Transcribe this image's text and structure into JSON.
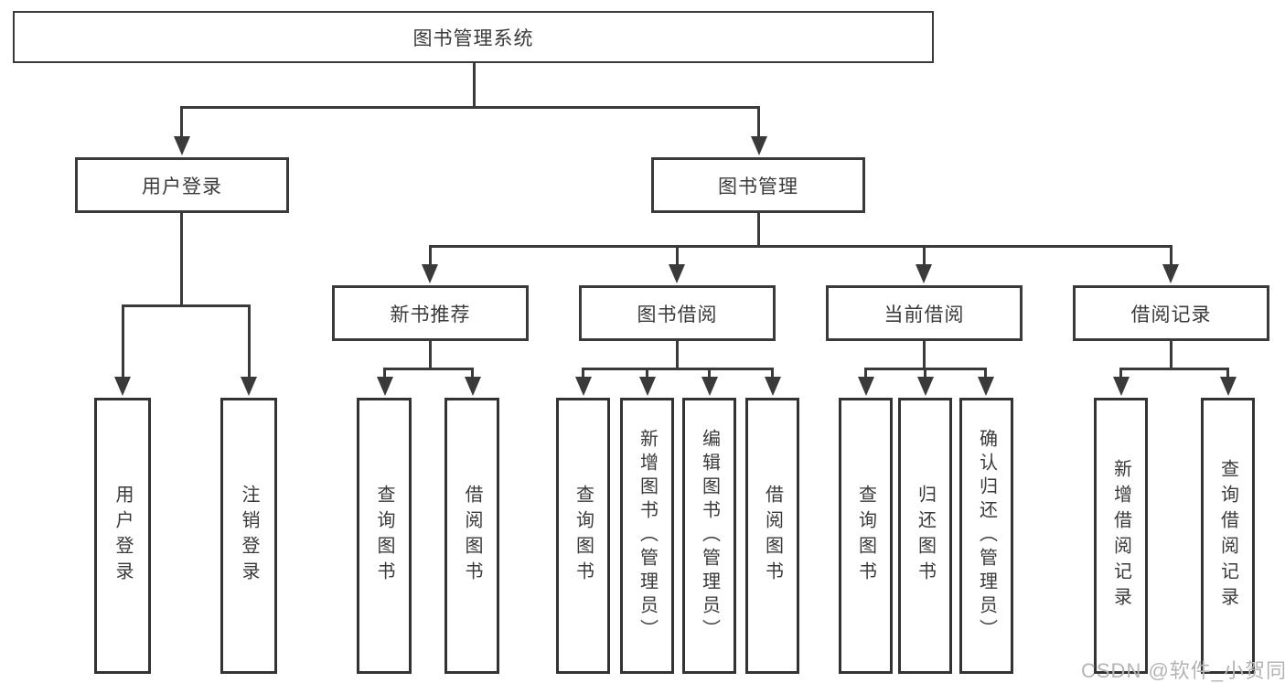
{
  "diagram_title": "图书管理系统",
  "nodes": {
    "root": "图书管理系统",
    "user_login": "用户登录",
    "book_management": "图书管理",
    "new_book_recommend": "新书推荐",
    "book_borrow": "图书借阅",
    "current_borrow": "当前借阅",
    "borrow_records": "借阅记录"
  },
  "leaves": {
    "user": [
      "用户登录",
      "注销登录"
    ],
    "recommend": [
      "查询图书",
      "借阅图书"
    ],
    "borrow": [
      "查询图书",
      "新增图书（管理员）",
      "编辑图书（管理员）",
      "借阅图书"
    ],
    "current": [
      "查询图书",
      "归还图书",
      "确认归还（管理员）"
    ],
    "records": [
      "新增借阅记录",
      "查询借阅记录"
    ]
  },
  "watermark": "CSDN @软件_小贺同学",
  "colors": {
    "line": "#3a3a3a",
    "text": "#3a3a3a",
    "watermark": "#b4b4b4",
    "background": "#ffffff"
  }
}
